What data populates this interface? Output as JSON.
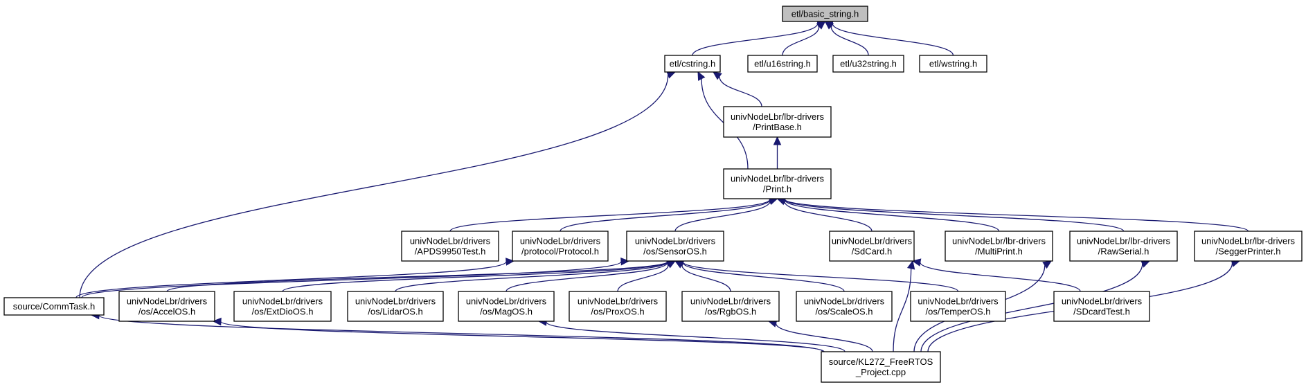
{
  "diagram": {
    "nodes": [
      {
        "id": "root",
        "lines": [
          "etl/basic_string.h"
        ],
        "highlight": true
      },
      {
        "id": "cstring",
        "lines": [
          "etl/cstring.h"
        ]
      },
      {
        "id": "u16",
        "lines": [
          "etl/u16string.h"
        ]
      },
      {
        "id": "u32",
        "lines": [
          "etl/u32string.h"
        ]
      },
      {
        "id": "wstring",
        "lines": [
          "etl/wstring.h"
        ]
      },
      {
        "id": "printbase",
        "lines": [
          "univNodeLbr/lbr-drivers",
          "/PrintBase.h"
        ]
      },
      {
        "id": "print",
        "lines": [
          "univNodeLbr/lbr-drivers",
          "/Print.h"
        ]
      },
      {
        "id": "apds",
        "lines": [
          "univNodeLbr/drivers",
          "/APDS9950Test.h"
        ]
      },
      {
        "id": "protocol",
        "lines": [
          "univNodeLbr/drivers",
          "/protocol/Protocol.h"
        ]
      },
      {
        "id": "sensoros",
        "lines": [
          "univNodeLbr/drivers",
          "/os/SensorOS.h"
        ]
      },
      {
        "id": "sdcard",
        "lines": [
          "univNodeLbr/drivers",
          "/SdCard.h"
        ]
      },
      {
        "id": "multiprint",
        "lines": [
          "univNodeLbr/lbr-drivers",
          "/MultiPrint.h"
        ]
      },
      {
        "id": "rawserial",
        "lines": [
          "univNodeLbr/lbr-drivers",
          "/RawSerial.h"
        ]
      },
      {
        "id": "segger",
        "lines": [
          "univNodeLbr/lbr-drivers",
          "/SeggerPrinter.h"
        ]
      },
      {
        "id": "commtask",
        "lines": [
          "source/CommTask.h"
        ]
      },
      {
        "id": "accelos",
        "lines": [
          "univNodeLbr/drivers",
          "/os/AccelOS.h"
        ]
      },
      {
        "id": "extdioos",
        "lines": [
          "univNodeLbr/drivers",
          "/os/ExtDioOS.h"
        ]
      },
      {
        "id": "lidaros",
        "lines": [
          "univNodeLbr/drivers",
          "/os/LidarOS.h"
        ]
      },
      {
        "id": "magos",
        "lines": [
          "univNodeLbr/drivers",
          "/os/MagOS.h"
        ]
      },
      {
        "id": "proxos",
        "lines": [
          "univNodeLbr/drivers",
          "/os/ProxOS.h"
        ]
      },
      {
        "id": "rgbos",
        "lines": [
          "univNodeLbr/drivers",
          "/os/RgbOS.h"
        ]
      },
      {
        "id": "scaleos",
        "lines": [
          "univNodeLbr/drivers",
          "/os/ScaleOS.h"
        ]
      },
      {
        "id": "temperos",
        "lines": [
          "univNodeLbr/drivers",
          "/os/TemperOS.h"
        ]
      },
      {
        "id": "sdcardtest",
        "lines": [
          "univNodeLbr/drivers",
          "/SDcardTest.h"
        ]
      },
      {
        "id": "kl27z",
        "lines": [
          "source/KL27Z_FreeRTOS",
          "_Project.cpp"
        ]
      }
    ],
    "edges": [
      {
        "from": "cstring",
        "to": "root"
      },
      {
        "from": "u16",
        "to": "root"
      },
      {
        "from": "u32",
        "to": "root"
      },
      {
        "from": "wstring",
        "to": "root"
      },
      {
        "from": "printbase",
        "to": "cstring"
      },
      {
        "from": "print",
        "to": "cstring"
      },
      {
        "from": "commtask",
        "to": "cstring"
      },
      {
        "from": "print",
        "to": "printbase"
      },
      {
        "from": "apds",
        "to": "print"
      },
      {
        "from": "protocol",
        "to": "print"
      },
      {
        "from": "sensoros",
        "to": "print"
      },
      {
        "from": "sdcard",
        "to": "print"
      },
      {
        "from": "multiprint",
        "to": "print"
      },
      {
        "from": "rawserial",
        "to": "print"
      },
      {
        "from": "segger",
        "to": "print"
      },
      {
        "from": "commtask",
        "to": "protocol"
      },
      {
        "from": "commtask",
        "to": "sensoros"
      },
      {
        "from": "accelos",
        "to": "sensoros"
      },
      {
        "from": "extdioos",
        "to": "sensoros"
      },
      {
        "from": "lidaros",
        "to": "sensoros"
      },
      {
        "from": "magos",
        "to": "sensoros"
      },
      {
        "from": "proxos",
        "to": "sensoros"
      },
      {
        "from": "rgbos",
        "to": "sensoros"
      },
      {
        "from": "scaleos",
        "to": "sensoros"
      },
      {
        "from": "temperos",
        "to": "sensoros"
      },
      {
        "from": "sdcardtest",
        "to": "sdcard"
      },
      {
        "from": "kl27z",
        "to": "sdcard"
      },
      {
        "from": "kl27z",
        "to": "multiprint"
      },
      {
        "from": "kl27z",
        "to": "rawserial"
      },
      {
        "from": "kl27z",
        "to": "segger"
      },
      {
        "from": "kl27z",
        "to": "commtask"
      },
      {
        "from": "kl27z",
        "to": "accelos"
      },
      {
        "from": "kl27z",
        "to": "magos"
      },
      {
        "from": "kl27z",
        "to": "rgbos"
      }
    ],
    "colors": {
      "edge": "#191970",
      "root_fill": "#bfbfbf",
      "node_fill": "#ffffff",
      "node_border": "#000000"
    }
  }
}
